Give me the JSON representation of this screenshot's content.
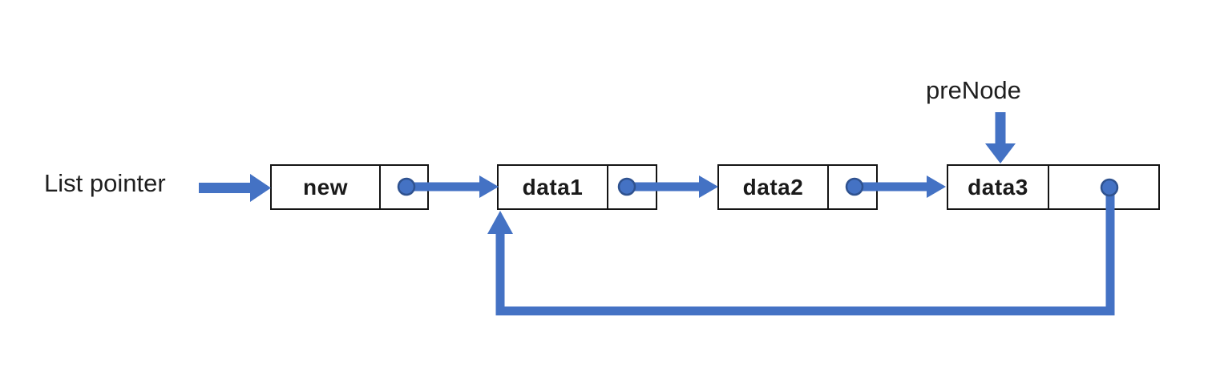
{
  "labels": {
    "list_pointer": "List pointer",
    "pre_node": "preNode"
  },
  "nodes": [
    {
      "data": "new"
    },
    {
      "data": "data1"
    },
    {
      "data": "data2"
    },
    {
      "data": "data3"
    }
  ],
  "colors": {
    "arrow": "#4472C4",
    "dot_fill": "#4472C4",
    "dot_outline": "#2F528F",
    "box_border": "#141414",
    "text": "#1F1F1F",
    "background": "#FFFFFF"
  }
}
